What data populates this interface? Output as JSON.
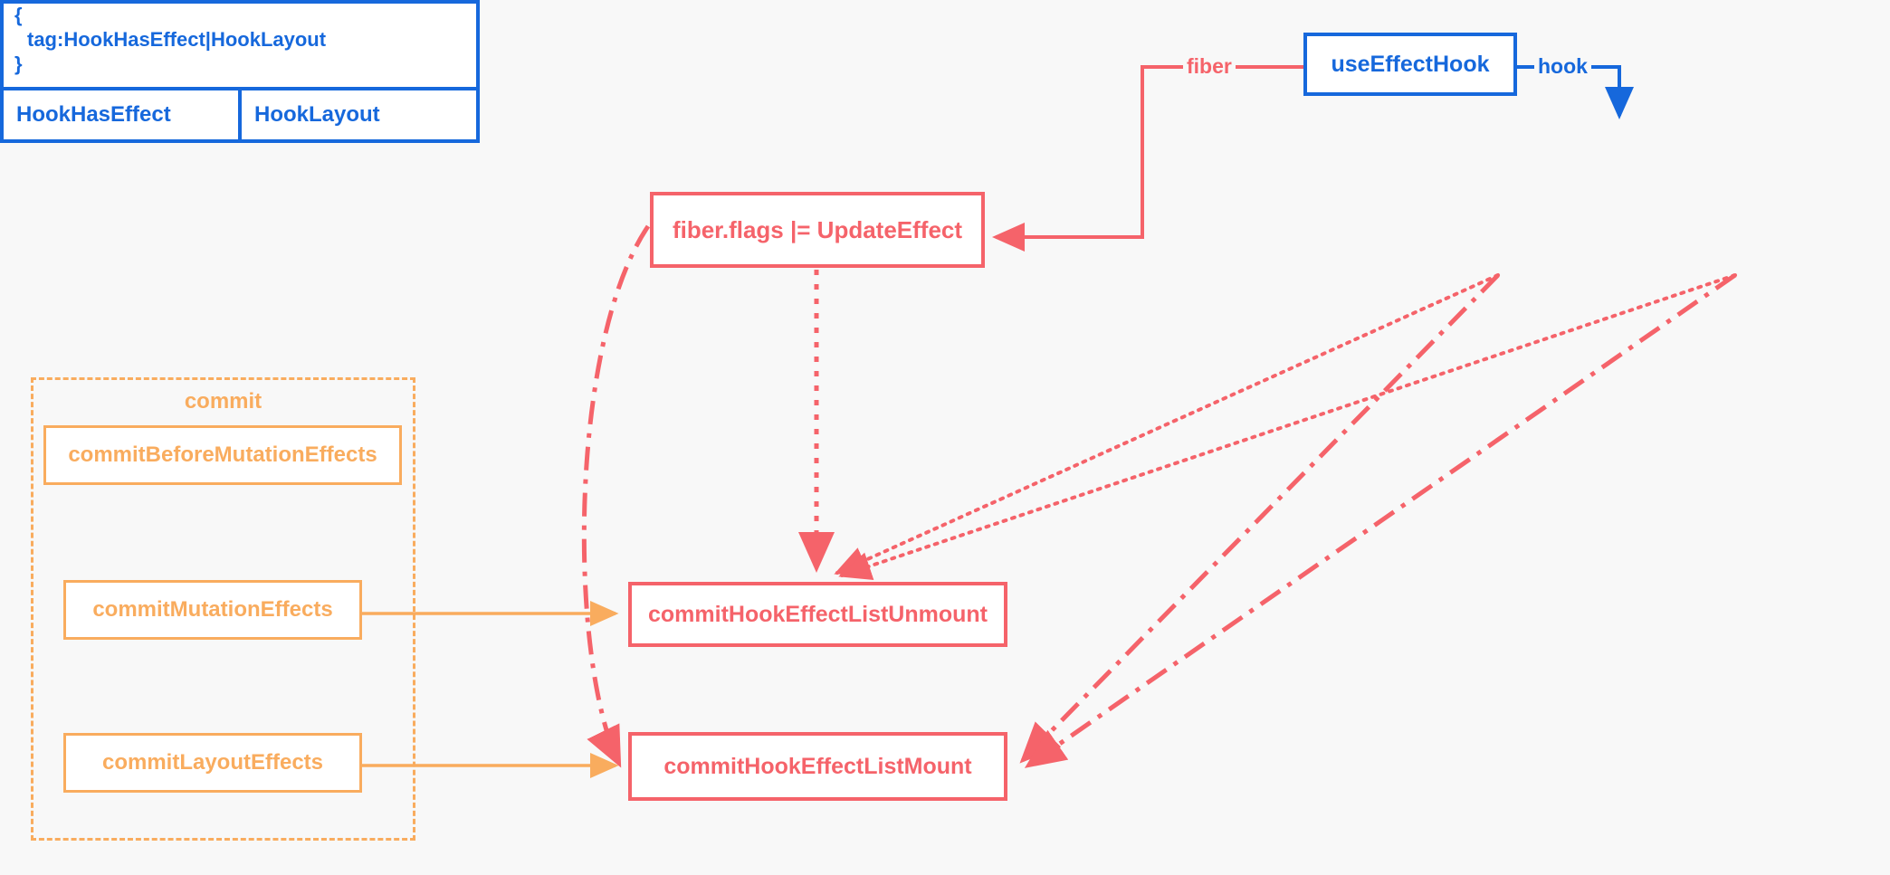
{
  "diagram": {
    "title": "React useEffect hook commit flow",
    "background": "#f8f8f8",
    "colors": {
      "blue": "#1668dc",
      "red": "#f5636a",
      "orange": "#f9ac5e"
    }
  },
  "nodes": {
    "use_effect_hook": "useEffectHook",
    "hook_object": {
      "open_brace": "{",
      "tag_line": "tag:HookHasEffect|HookLayout",
      "close_brace": "}"
    },
    "flags": {
      "has_effect": "HookHasEffect",
      "layout": "HookLayout"
    },
    "fiber_flags": "fiber.flags |= UpdateEffect",
    "commit_hook_effect_list_unmount": "commitHookEffectListUnmount",
    "commit_hook_effect_list_mount": "commitHookEffectListMount"
  },
  "commit_group": {
    "title": "commit",
    "items": [
      {
        "label": "commitBeforeMutationEffects"
      },
      {
        "label": "commitMutationEffects"
      },
      {
        "label": "commitLayoutEffects"
      }
    ]
  },
  "edges": {
    "fiber_label": "fiber",
    "hook_label": "hook",
    "connections": [
      {
        "from": "useEffectHook",
        "to": "fiber.flags |= UpdateEffect",
        "style": "solid",
        "color": "#f5636a",
        "label": "fiber"
      },
      {
        "from": "useEffectHook",
        "to": "hook-object",
        "style": "solid",
        "color": "#1668dc",
        "label": "hook"
      },
      {
        "from": "fiber.flags |= UpdateEffect",
        "to": "commitHookEffectListUnmount",
        "style": "dotted",
        "color": "#f5636a",
        "label": ""
      },
      {
        "from": "fiber.flags |= UpdateEffect",
        "to": "commitHookEffectListMount",
        "style": "dash-dot",
        "color": "#f5636a",
        "label": ""
      },
      {
        "from": "HookHasEffect",
        "to": "commitHookEffectListUnmount",
        "style": "dotted",
        "color": "#f5636a",
        "label": ""
      },
      {
        "from": "HookLayout",
        "to": "commitHookEffectListUnmount",
        "style": "dotted",
        "color": "#f5636a",
        "label": ""
      },
      {
        "from": "HookHasEffect",
        "to": "commitHookEffectListMount",
        "style": "dash-dot",
        "color": "#f5636a",
        "label": ""
      },
      {
        "from": "HookLayout",
        "to": "commitHookEffectListMount",
        "style": "dash-dot",
        "color": "#f5636a",
        "label": ""
      },
      {
        "from": "commitMutationEffects",
        "to": "commitHookEffectListUnmount",
        "style": "solid",
        "color": "#f9ac5e",
        "label": ""
      },
      {
        "from": "commitLayoutEffects",
        "to": "commitHookEffectListMount",
        "style": "solid",
        "color": "#f9ac5e",
        "label": ""
      }
    ]
  }
}
